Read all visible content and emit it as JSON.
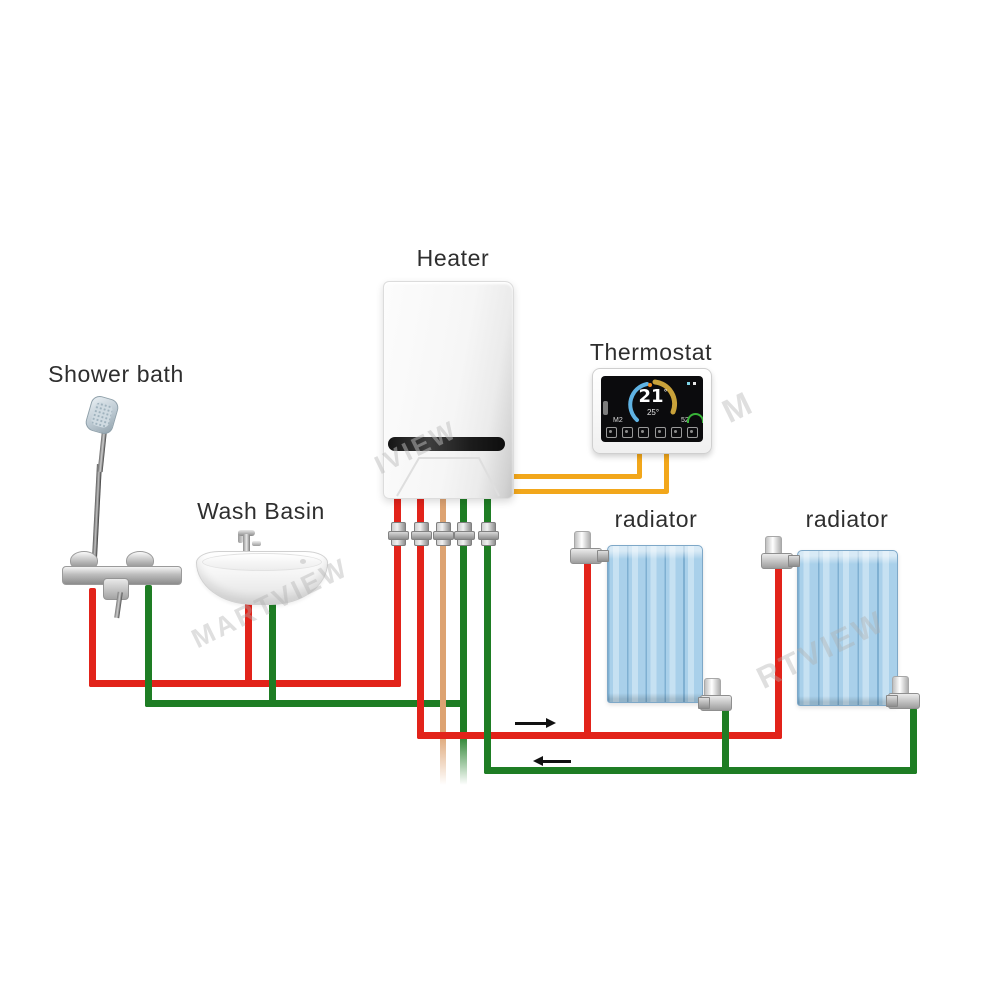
{
  "labels": {
    "heater": "Heater",
    "thermostat": "Thermostat",
    "shower_bath": "Shower bath",
    "wash_basin": "Wash Basin",
    "radiator_1": "radiator",
    "radiator_2": "radiator"
  },
  "thermostat_display": {
    "current_temp": "21",
    "degree_mark": "°",
    "set_temp": "25°",
    "left_readout": "M2",
    "right_readout": "52"
  },
  "watermarks": {
    "w1": "MARTVIEW",
    "w2": "RTVIEW",
    "w3": "IVIEW",
    "w4": "M"
  },
  "icons": {
    "flow_supply": "arrow-right-icon",
    "flow_return": "arrow-left-icon"
  },
  "colors": {
    "hot_pipe": "#e2231a",
    "cold_pipe": "#1e7d24",
    "gas_pipe": "#dda372",
    "thermostat_wire": "#f2a71b",
    "radiator_fill": "#a9d0ea",
    "arrow": "#111111",
    "label_text": "#2e2e2e"
  }
}
